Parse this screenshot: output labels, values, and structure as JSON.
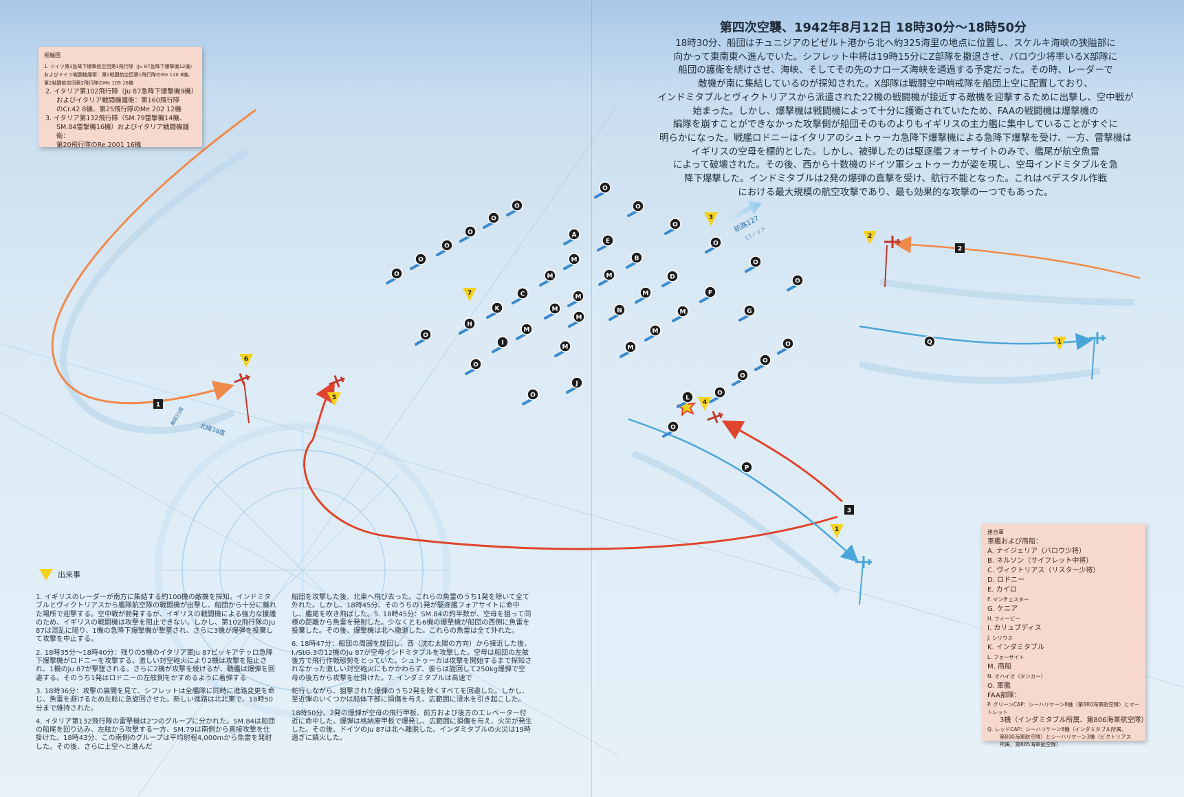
{
  "title": "第四次空襲、1942年8月12日 18時30分〜18時50分",
  "intro": [
    "18時30分、船団はチュニジアのビゼルト港から北へ約325海里の地点に位置し、スケルキ海峡の狭隘部に",
    "向かって東南東へ進んでいた。シフレット中将は19時15分にZ部隊を撤退させ、バロウ少将率いるX部隊に",
    "船団の護衛を続けさせ、海峡、そしてその先のナローズ海峡を通過する予定だった。その時、レーダーで",
    "敵機が南に集結しているのが探知された。X部隊は戦闘空中哨戒隊を船団上空に配置しており、",
    "インドミタブルとヴィクトリアスから派遣された22機の戦闘機が接近する敵機を迎撃するために出撃し、空中戦が",
    "始まった。しかし、爆撃機は戦闘機によって十分に護衛されていたため、FAAの戦闘機は爆撃機の",
    "編隊を崩すことができなかった攻撃側が船団そのものよりもイギリスの主力艦に集中していることがすぐに",
    "明らかになった。戦艦ロドニーはイタリアのシュトゥーカ急降下爆撃機による急降下爆撃を受け、一方、雷撃機は",
    "イギリスの空母を標的とした。しかし、被弾したのは駆逐艦フォーサイトのみで、艦尾が航空魚雷",
    "によって破壊された。その後、西から十数機のドイツ軍シュトゥーカが姿を現し、空母インドミタブルを急",
    "降下爆撃した。インドミタブルは2発の爆弾の直撃を受け、航行不能となった。これはペデスタル作戦",
    "における最大規模の航空攻撃であり、最も効果的な攻撃の一つでもあった。"
  ],
  "axis_legend": {
    "header": "枢軸国",
    "item1": "1. ドイツ第3急降下爆撃航空団第1飛行隊（Ju 87急降下爆撃機12機）およびドイツ戦闘機護衛：第2戦闘航空団第1飛行隊のMe 110 8機、第2戦闘航空団第2飛行隊のMe 109 16機",
    "item2a": "2. イタリア第102飛行隊（Ju 87急降下爆撃機9機）",
    "item2b": "およびイタリア戦闘機護衛：第160飛行隊",
    "item2c": "のCr.42 8機、第25飛行隊のMe 202 12機",
    "item3a": "3. イタリア第132飛行隊（SM.79雷撃機14機、",
    "item3b": "SM.84雷撃機16機）およびイタリア戦闘機護衛：",
    "item3c": "第20飛行隊のRe.2001 16機"
  },
  "allied_legend": {
    "header": "連合軍",
    "sub_header": "軍艦および商船：",
    "ships": [
      "A. ナイジェリア（バロウ少将）",
      "B. ネルソン（サイフレット中将）",
      "C. ヴィクトリアス（リスター少将）",
      "D. ロドニー",
      "E. カイロ",
      "F. マンチェスター",
      "G. ケニア",
      "H. フィービー",
      "I. カリュブディス",
      "J. シリウス",
      "K. インダミタブル",
      "L. フォーサイト",
      "M. 商船",
      "N. オハイオ（タンカー）",
      "O. 軍艦"
    ],
    "faa_header": "FAA部隊：",
    "faa_p1": "P. グリーンCAP：シーハリケーン8機（第880海軍航空隊）とマートレット",
    "faa_p2": "3機（インダミタブル所属、第806海軍航空隊）",
    "faa_q1": "Q. レッドCAP：シーハリケーン8機（インダミタブル所属、",
    "faa_q2": "第800海軍航空隊）とシーハリケーン3機（ビクトリアス",
    "faa_q3": "所属、第885海軍航空隊）"
  },
  "map_labels": {
    "course": "航路127",
    "course_sub": "13ノット",
    "lat": "北緯38度",
    "lon": "東経10度"
  },
  "events_header": "出来事",
  "events_col1": [
    "1. イギリスのレーダーが南方に集結する約100機の敵機を探知。インドミタブルとヴィクトリアスから艦隊航空隊の戦闘機が出撃し、船団から十分に離れた場所で迎撃する。空中戦が勃発するが、イギリスの戦闘機による強力な援護のため、イギリスの戦闘機は攻撃を阻止できない。しかし、第102飛行隊のJu 87は混乱に陥り、1機の急降下爆撃機が撃墜され、さらに3機が爆弾を投棄して攻撃を中止する。",
    "2. 18時35分〜18時40分：残りの5機のイタリア軍Ju 87ピッキアテッロ急降下爆撃機がロドニーを攻撃する。激しい対空砲火により2機は攻撃を阻止され、1機のJu 87が撃墜される。さらに2機が攻撃を続けるが、戦艦は爆弾を回避する。そのうち1発はロドニーの左舷側をかすめるように着弾する",
    "3. 18時36分：攻撃の展開を見て、シフレットは全艦隊に同時に進路変更を命じ、魚雷を避けるため左舷に急旋回させた。新しい進路は北北東で、18時50分まで維持された。",
    "4. イタリア第132飛行隊の雷撃機は2つのグループに分かれた。SM.84は船団の船尾を回り込み、左舷から攻撃する一方、SM.79は南側から直接攻撃を仕掛けた。18時43分、この南側のグループは平均射程4,000mから魚雷を発射した。その後、さらに上空へと進んだ"
  ],
  "events_col2": [
    "船団を攻撃した後、北東へ飛び去った。これらの魚雷のうち1発を除いて全て外れた。しかし、18時45分、そのうちの1発が駆逐艦フォアサイトに命中し、艦尾を吹き飛ばした。5. 18時45分：SM.84の約半数が、空母を狙って同様の距離から魚雷を発射した。少なくとも6機の爆撃機が船団の西側に魚雷を投棄した。その後、爆撃機は北へ撤退した。これらの魚雷は全て外れた。",
    "6. 18時47分：船団の周囲を旋回し、西（沈む太陽の方向）から接近した後、I./StG.3の12機のJu 87が空母インドミタブルを攻撃した。空母は船団の左舷後方で飛行作戦態勢をとっていた。シュトゥーカは攻撃を開始するまで探知されなかった激しい対空砲火にもかかわらず、彼らは旋回して250kg爆弾で空母の後方から攻撃を仕掛けた。7. インダミタブルは高速で",
    "蛇行しながら、狙撃された爆弾のうち2発を除くすべてを回避した。しかし、至近弾のいくつかは船体下部に損傷を与え、広範囲に浸水を引き起こした。",
    "18時50分、2発の爆弾が空母の飛行甲板、前方および後方のエレベーター付近に命中した。爆弾は格納庫甲板で爆発し、広範囲に損傷を与え、火災が発生した。その後、ドイツのJu 87は北へ離脱した。インダミタブルの火災は19時過ぎに鎮火した。"
  ],
  "ship_markers": {
    "A": "A",
    "B": "B",
    "C": "C",
    "D": "D",
    "E": "E",
    "F": "F",
    "G": "G",
    "H": "H",
    "I": "I",
    "J": "J",
    "K": "K",
    "L": "L",
    "M": "M",
    "N": "N",
    "O": "O",
    "P": "P",
    "Q": "Q"
  },
  "event_markers": {
    "m1": "1",
    "m2": "2",
    "m3": "3",
    "m4": "4",
    "m5": "5",
    "m6": "6",
    "m7": "7"
  },
  "group_markers": {
    "g1": "1",
    "g2": "2",
    "g3": "3"
  },
  "colors": {
    "axis_orange": "#f08a4b",
    "axis_red": "#e0442c",
    "allied_blue": "#4aa6d8",
    "event_yellow": "#f5d21c",
    "ship_dark": "#1d1d1d",
    "note_bg": "#f7d8cc"
  },
  "icons": [
    "aircraft-icon",
    "explosion-icon",
    "ship-icon",
    "event-triangle-icon",
    "compass-rose-icon"
  ]
}
